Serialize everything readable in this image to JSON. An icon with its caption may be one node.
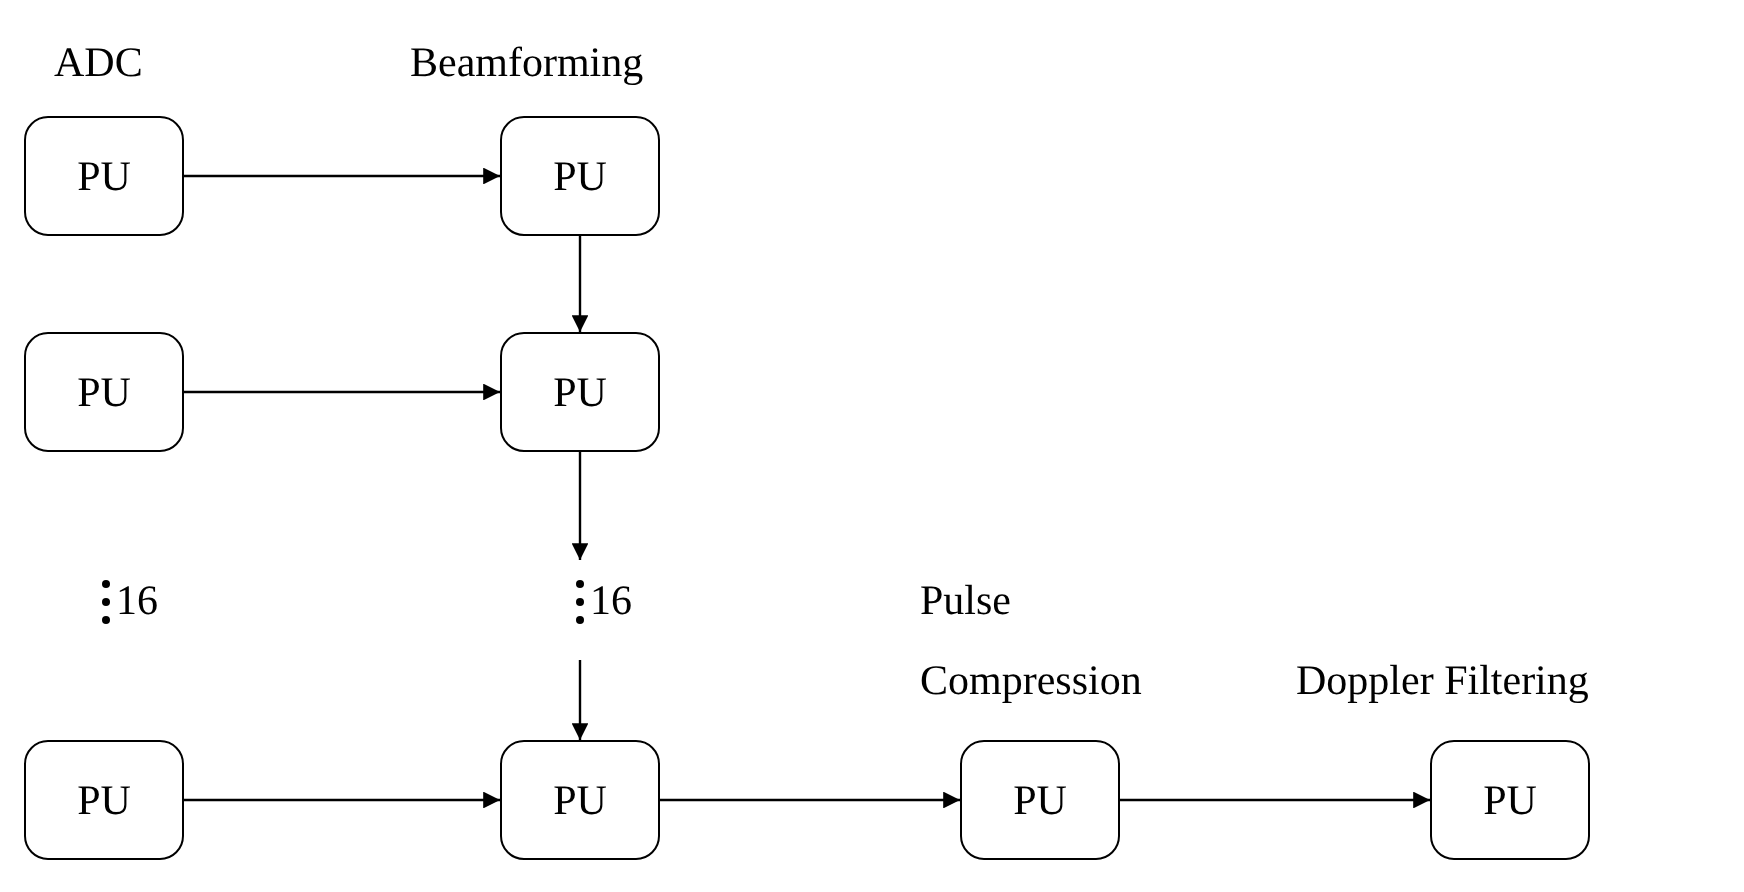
{
  "diagram": {
    "nodes": [
      {
        "text": [
          "ADC",
          "PU"
        ]
      },
      {
        "text": [
          "Beamforming",
          "PU"
        ]
      },
      {
        "text": [
          "PU"
        ]
      },
      {
        "text": [
          "PU"
        ]
      },
      {
        "text": [
          "16"
        ]
      },
      {
        "text": [
          "PU"
        ]
      },
      {
        "text": [
          "PU"
        ]
      },
      {
        "text": [
          "Pulse Compression",
          "PU"
        ]
      },
      {
        "text": [
          "Doppler Filtering",
          "PU"
        ]
      }
    ],
    "edges": [
      {
        "from": 0,
        "to": 1,
        "arrow": "to"
      },
      {
        "from": 1,
        "to": 3,
        "arrow": "to"
      },
      {
        "from": 2,
        "to": 3,
        "arrow": "to"
      },
      {
        "from": 3,
        "to": 4,
        "arrow": "to"
      },
      {
        "from": 4,
        "to": 6,
        "arrow": "to"
      },
      {
        "from": 5,
        "to": 6,
        "arrow": "to"
      },
      {
        "from": 6,
        "to": 7,
        "arrow": "to"
      },
      {
        "from": 7,
        "to": 8,
        "arrow": "to"
      }
    ],
    "labels": [
      "16"
    ]
  }
}
